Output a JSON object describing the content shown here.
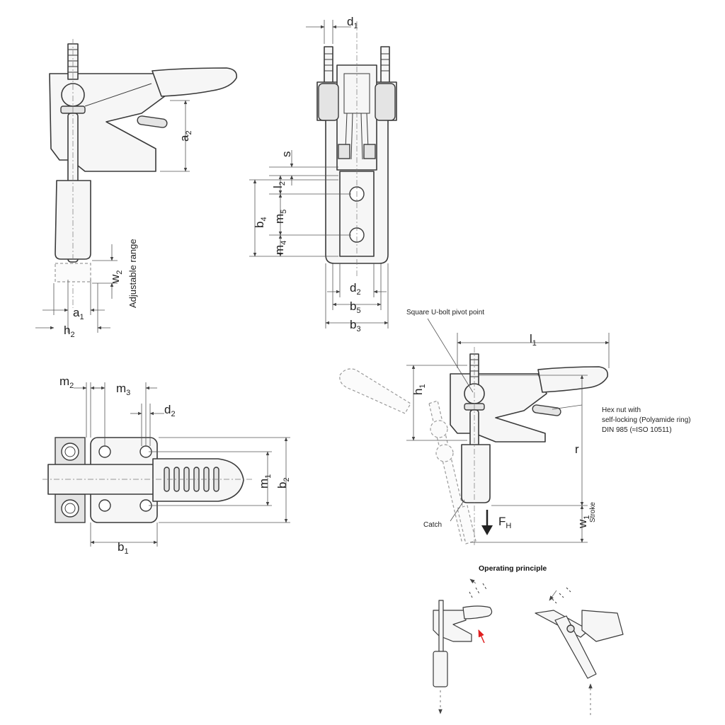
{
  "dimensions": {
    "d1": {
      "base": "d",
      "sub": "1"
    },
    "a2": {
      "base": "a",
      "sub": "2"
    },
    "s": {
      "base": "s",
      "sub": ""
    },
    "l2": {
      "base": "l",
      "sub": "2"
    },
    "b4": {
      "base": "b",
      "sub": "4"
    },
    "m5": {
      "base": "m",
      "sub": "5"
    },
    "m4": {
      "base": "m",
      "sub": "4"
    },
    "d2_front": {
      "base": "d",
      "sub": "2"
    },
    "b5": {
      "base": "b",
      "sub": "5"
    },
    "b3": {
      "base": "b",
      "sub": "3"
    },
    "w2": {
      "base": "w",
      "sub": "2"
    },
    "a1": {
      "base": "a",
      "sub": "1"
    },
    "h2": {
      "base": "h",
      "sub": "2"
    },
    "m2": {
      "base": "m",
      "sub": "2"
    },
    "m3": {
      "base": "m",
      "sub": "3"
    },
    "d2_top": {
      "base": "d",
      "sub": "2"
    },
    "m1": {
      "base": "m",
      "sub": "1"
    },
    "b2": {
      "base": "b",
      "sub": "2"
    },
    "b1": {
      "base": "b",
      "sub": "1"
    },
    "l1": {
      "base": "l",
      "sub": "1"
    },
    "h1": {
      "base": "h",
      "sub": "1"
    },
    "r": {
      "base": "r",
      "sub": ""
    },
    "w1": {
      "base": "w",
      "sub": "1"
    },
    "FH": {
      "base": "F",
      "sub": "H"
    }
  },
  "labels": {
    "adjustable_range": "Adjustable range",
    "stroke": "Stroke",
    "pivot_point": "Square U-bolt pivot point",
    "hex_nut_line1": "Hex nut with",
    "hex_nut_line2": "self-locking (Polyamide ring)",
    "hex_nut_line3": "DIN 985 (≈ISO 10511)",
    "catch": "Catch",
    "operating_principle": "Operating principle"
  },
  "colors": {
    "line": "#3a3a3a",
    "accent_arrow": "#e02020"
  }
}
